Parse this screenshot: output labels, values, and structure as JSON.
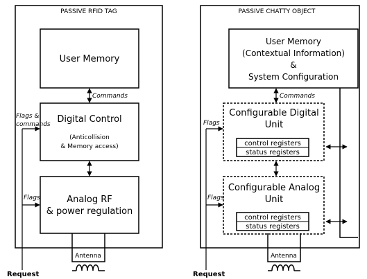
{
  "left": {
    "title": "PASSIVE RFID TAG",
    "user_memory": "User Memory",
    "commands_label": "Commands",
    "digital_control": {
      "title": "Digital Control",
      "line1": "(Anticollision",
      "line2": "& Memory access)"
    },
    "flags_commands_label": {
      "line1": "Flags &",
      "line2": "commands"
    },
    "flags_label": "Flags",
    "analog": {
      "line1": "Analog RF",
      "line2": "& power regulation"
    },
    "antenna_label": "Antenna",
    "request_label": "Request"
  },
  "right": {
    "title": "PASSIVE CHATTY OBJECT",
    "user_memory": {
      "line1": "User Memory",
      "line2": "(Contextual Information)",
      "line3": "&",
      "line4": "System Configuration"
    },
    "commands_label": "Commands",
    "digital_unit": {
      "line1": "Configurable Digital",
      "line2": "Unit",
      "reg1": "control registers",
      "reg2": "status registers"
    },
    "analog_unit": {
      "line1": "Configurable Analog",
      "line2": "Unit",
      "reg1": "control registers",
      "reg2": "status registers"
    },
    "flags_label_top": "Flags",
    "flags_label_bottom": "Flags",
    "antenna_label": "Antenna",
    "request_label": "Request"
  }
}
